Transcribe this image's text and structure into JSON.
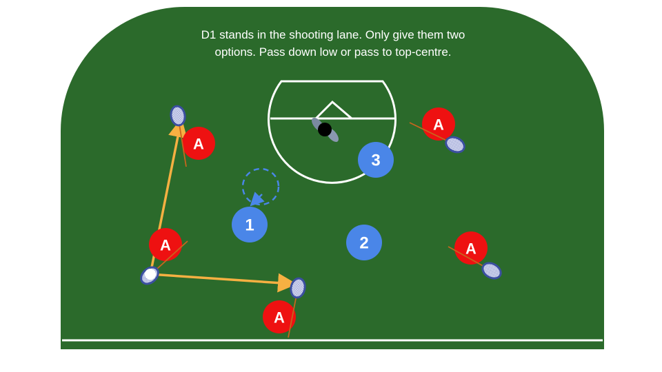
{
  "caption": "D1 stands in the shooting lane. Only give them two options. Pass down low or pass to top-centre.",
  "colors": {
    "field": "#2b6a2b",
    "attacker": "#ee1111",
    "defender": "#4a86e8",
    "pass": "#f6b042",
    "stick": "#3b4fa0"
  },
  "defenders": [
    {
      "label": "1"
    },
    {
      "label": "2"
    },
    {
      "label": "3"
    }
  ],
  "attackers": [
    {
      "label": "A"
    },
    {
      "label": "A"
    },
    {
      "label": "A"
    },
    {
      "label": "A"
    },
    {
      "label": "A"
    }
  ]
}
